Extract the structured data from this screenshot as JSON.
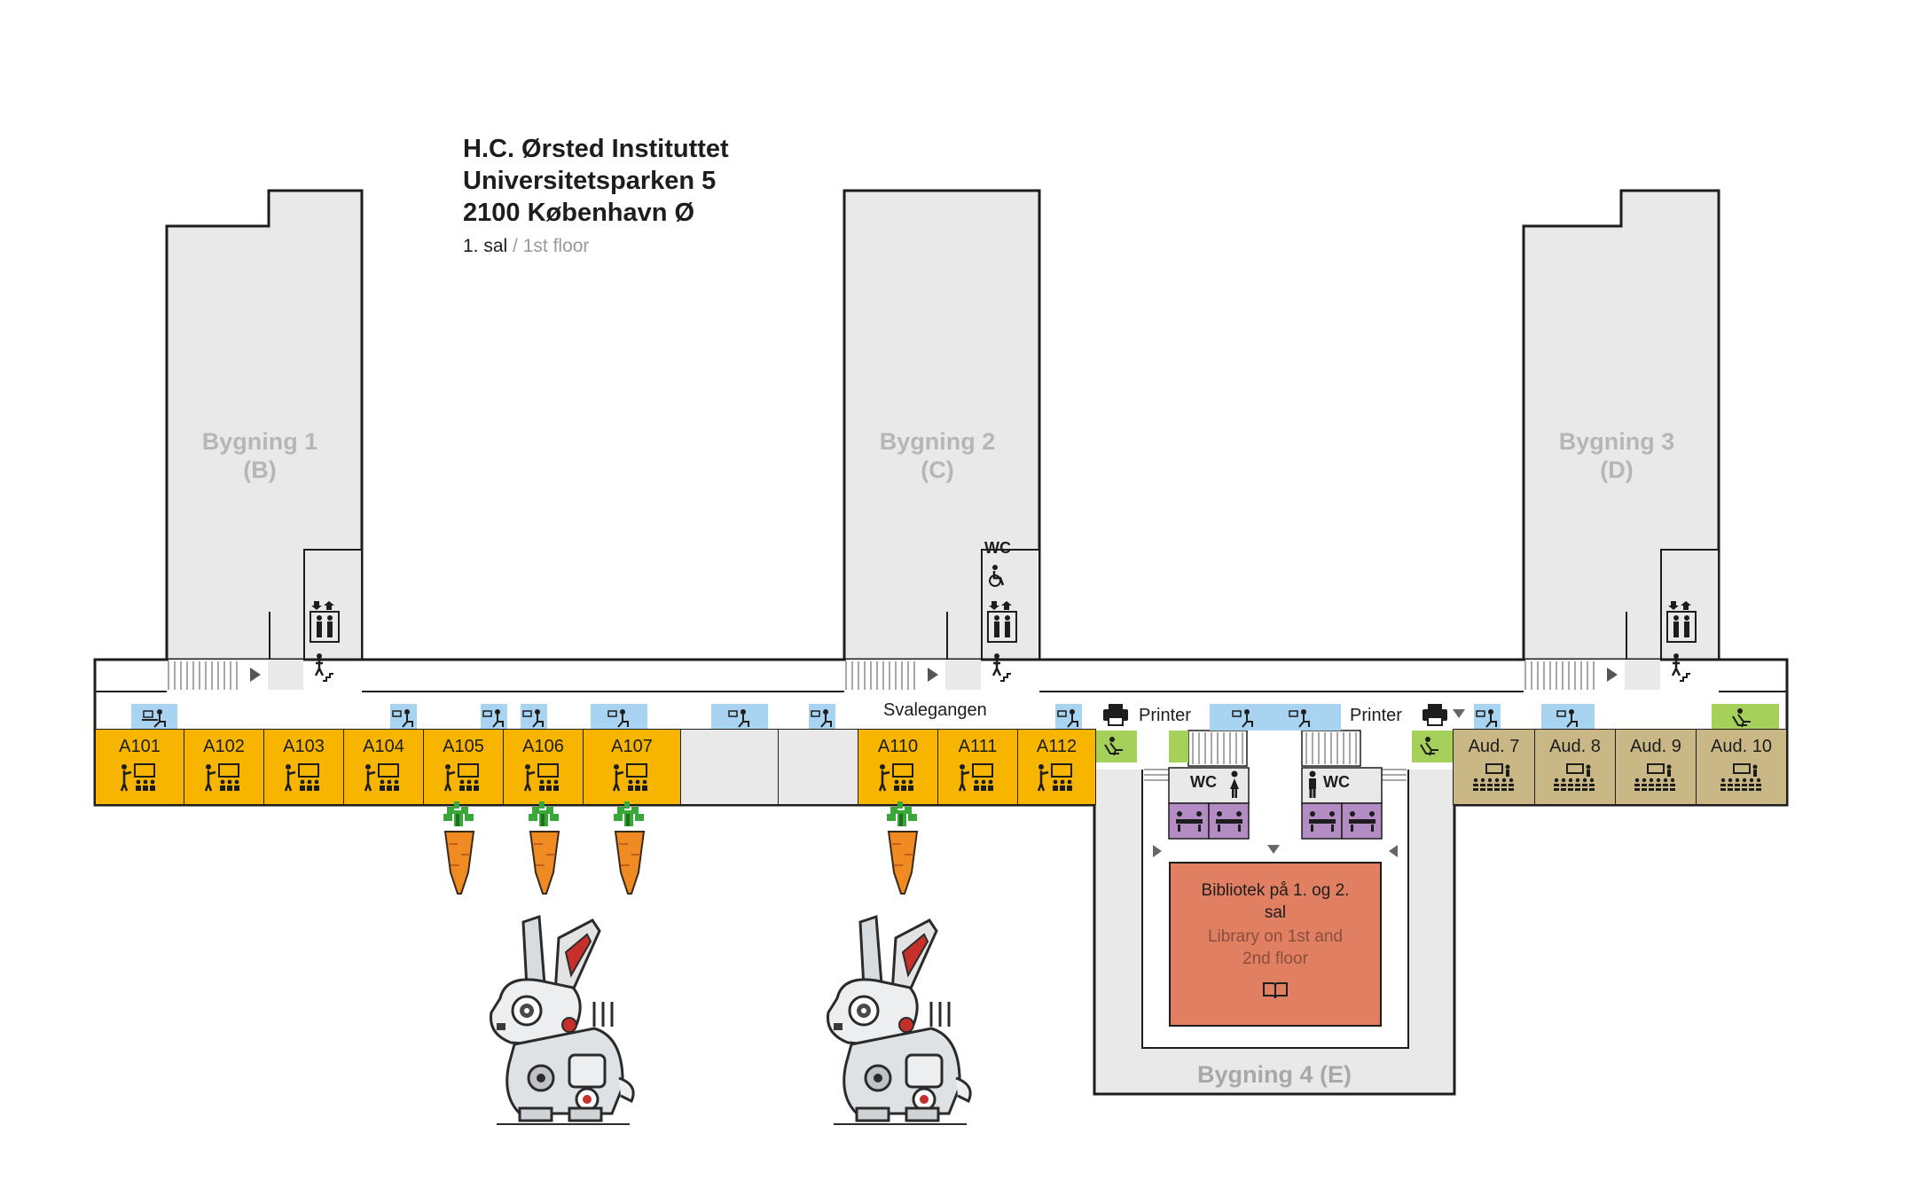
{
  "header": {
    "line1": "H.C. Ørsted Instituttet",
    "line2": "Universitetsparken 5",
    "line3": "2100 København Ø",
    "floor_da": "1. sal",
    "floor_sep": " / ",
    "floor_en": "1st floor"
  },
  "buildings": {
    "b1_name": "Bygning 1",
    "b1_code": "(B)",
    "b2_name": "Bygning 2",
    "b2_code": "(C)",
    "b3_name": "Bygning 3",
    "b3_code": "(D)",
    "b4_label": "Bygning 4 (E)"
  },
  "corridor": {
    "name": "Svalegangen"
  },
  "printers": {
    "left": "Printer",
    "right": "Printer"
  },
  "wc": {
    "label": "WC"
  },
  "rooms": [
    {
      "id": "A101",
      "type": "classroom"
    },
    {
      "id": "A102",
      "type": "classroom"
    },
    {
      "id": "A103",
      "type": "classroom"
    },
    {
      "id": "A104",
      "type": "classroom"
    },
    {
      "id": "A105",
      "type": "classroom"
    },
    {
      "id": "A106",
      "type": "classroom"
    },
    {
      "id": "A107",
      "type": "classroom"
    },
    {
      "id": "A110",
      "type": "classroom"
    },
    {
      "id": "A111",
      "type": "classroom"
    },
    {
      "id": "A112",
      "type": "classroom"
    },
    {
      "id": "Aud. 7",
      "type": "auditorium"
    },
    {
      "id": "Aud. 8",
      "type": "auditorium"
    },
    {
      "id": "Aud. 9",
      "type": "auditorium"
    },
    {
      "id": "Aud. 10",
      "type": "auditorium"
    }
  ],
  "library": {
    "da": "Bibliotek på 1. og 2. sal",
    "en": "Library on 1st and 2nd floor"
  },
  "colors": {
    "classroom": "#f7b500",
    "auditorium": "#c9b785",
    "study_desk": "#a9d4f1",
    "lounge": "#a5d05a",
    "meeting": "#b38cc4",
    "library": "#e07f61",
    "building": "#e9e9e9"
  },
  "decorations": {
    "carrot_count": 4,
    "robot_bunny_count": 2
  }
}
